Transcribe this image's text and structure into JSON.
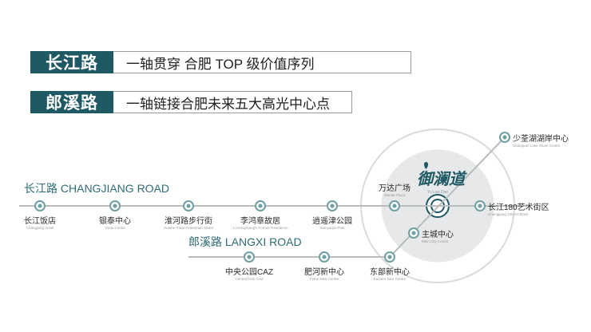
{
  "banners": [
    {
      "tag": "长江路",
      "text": "一轴贯穿 合肥 TOP 级价值序列"
    },
    {
      "tag": "郎溪路",
      "text": "一轴链接合肥未来五大高光中心点"
    }
  ],
  "roads": {
    "changjiang": {
      "label": "长江路 CHANGJIANG ROAD"
    },
    "langxi": {
      "label": "郎溪路 LANGXI ROAD"
    }
  },
  "hub": {
    "name": "御澜道",
    "sub": "Yu Lan Dao"
  },
  "changjiang_stations": [
    {
      "name": "长江饭店",
      "en": "Changjiang Hotel"
    },
    {
      "name": "银泰中心",
      "en": "Yintai Centre"
    },
    {
      "name": "淮河路步行街",
      "en": "Huaihe Road Pedestrian Street"
    },
    {
      "name": "李鸿章故居",
      "en": "Li Hongzhang's Former Residence"
    },
    {
      "name": "逍遥津公园",
      "en": "Xiaoyaojin Park"
    },
    {
      "name": "万达广场",
      "en": "Wanda Plaza"
    },
    {
      "name": "长江180艺术街区",
      "en": "Changjiang 180 Art Block"
    }
  ],
  "langxi_stations": [
    {
      "name": "中央公园CAZ",
      "en": "Central Park CAZ"
    },
    {
      "name": "肥河新中心",
      "en": "Feihe New Centre"
    },
    {
      "name": "东部新中心",
      "en": "Eastern New Centre"
    }
  ],
  "other_stations": [
    {
      "name": "少荃湖湖岸中心",
      "en": "Shaoquan Lake Shore Centre"
    },
    {
      "name": "主城中心",
      "en": "Main City Centre"
    }
  ],
  "colors": {
    "accent": "#1f5964",
    "line": "#b8bcbd",
    "node": "#6f9ea3",
    "label_road": "#2f6c75"
  }
}
